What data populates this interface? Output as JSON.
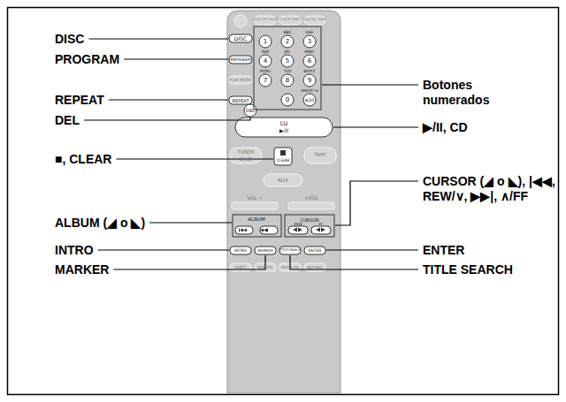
{
  "diagram": {
    "labels": [
      "DISC",
      "PROGRAM",
      "REPEAT",
      "DEL",
      "■, CLEAR",
      "ALBUM (◢ o ◣)",
      "INTRO",
      "MARKER",
      "Botones numerados",
      "▶/II, CD",
      "CURSOR (◢ o ◣), |◀◀, REW/∨, ▶▶|, ∧/FF",
      "ENTER",
      "TITLE SEARCH",
      "DISC",
      "PROGRAM",
      "PLAY MODE",
      "REPEAT",
      "DEL",
      "1",
      "2",
      "3",
      "4",
      "5",
      "6",
      "7",
      "8",
      "9",
      "0",
      "≥10",
      "ABC",
      "DEF",
      "GHI",
      "JKL",
      "MNO",
      "PQRS",
      "TUV",
      "WXYZ",
      "SPACE!\"#",
      "CD",
      "▶/II",
      "TUNER",
      "BAND",
      "CLEAR",
      "TAPE",
      "AUX",
      "VOL −",
      "+VOL",
      "ALBUM",
      "CURSOR",
      "REW",
      "FF",
      "INTRO",
      "MARKER",
      "TITLE SEARCH",
      "ENTER",
      "SHIFT",
      "N.MODE",
      "PRESET EQ",
      "MUTING",
      "AUTO OFF SLEEP",
      "CLOCK TIMER",
      "PLAY REC TIMER"
    ]
  }
}
